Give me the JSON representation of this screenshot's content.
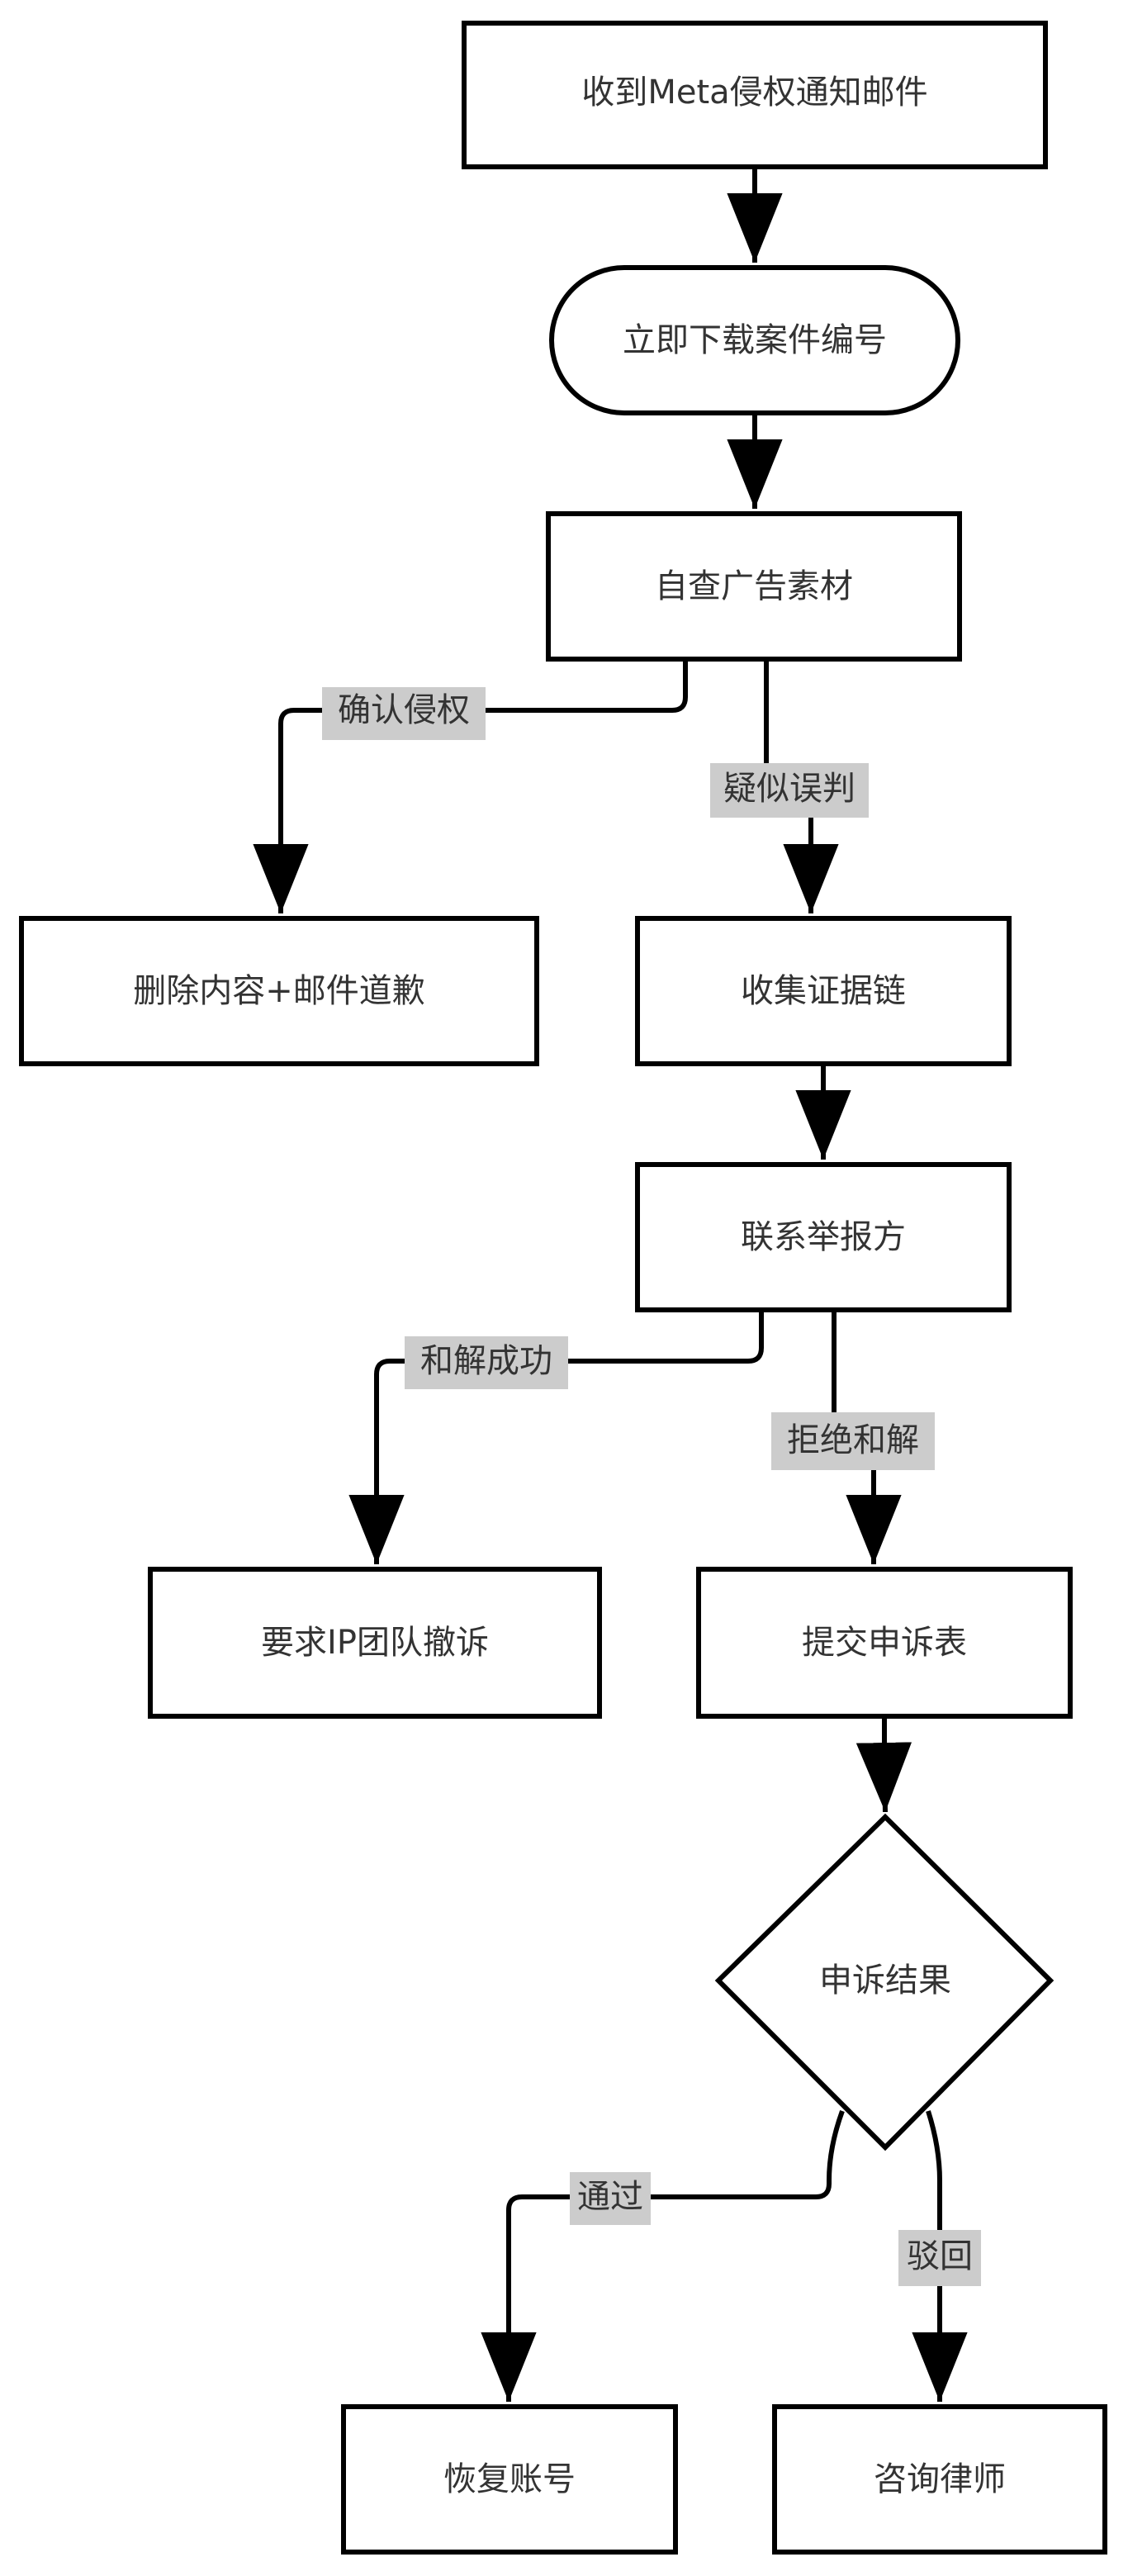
{
  "diagram": {
    "type": "flowchart",
    "direction": "top-down",
    "colors": {
      "stroke": "#000000",
      "node_fill": "#ffffff",
      "text": "#333333",
      "edge_label_bg": "#cccccc"
    },
    "nodes": [
      {
        "id": "A",
        "label": "收到Meta侵权通知邮件",
        "shape": "rect"
      },
      {
        "id": "B",
        "label": "立即下载案件编号",
        "shape": "stadium"
      },
      {
        "id": "C",
        "label": "自查广告素材",
        "shape": "rect"
      },
      {
        "id": "D",
        "label": "删除内容+邮件道歉",
        "shape": "rect"
      },
      {
        "id": "E",
        "label": "收集证据链",
        "shape": "rect"
      },
      {
        "id": "F",
        "label": "联系举报方",
        "shape": "rect"
      },
      {
        "id": "G",
        "label": "要求IP团队撤诉",
        "shape": "rect"
      },
      {
        "id": "H",
        "label": "提交申诉表",
        "shape": "rect"
      },
      {
        "id": "K",
        "label": "申诉结果",
        "shape": "diamond"
      },
      {
        "id": "I",
        "label": "恢复账号",
        "shape": "rect"
      },
      {
        "id": "J",
        "label": "咨询律师",
        "shape": "rect"
      }
    ],
    "edges": [
      {
        "from": "A",
        "to": "B",
        "label": ""
      },
      {
        "from": "B",
        "to": "C",
        "label": ""
      },
      {
        "from": "C",
        "to": "D",
        "label": "确认侵权"
      },
      {
        "from": "C",
        "to": "E",
        "label": "疑似误判"
      },
      {
        "from": "E",
        "to": "F",
        "label": ""
      },
      {
        "from": "F",
        "to": "G",
        "label": "和解成功"
      },
      {
        "from": "F",
        "to": "H",
        "label": "拒绝和解"
      },
      {
        "from": "H",
        "to": "K",
        "label": ""
      },
      {
        "from": "K",
        "to": "I",
        "label": "通过"
      },
      {
        "from": "K",
        "to": "J",
        "label": "驳回"
      }
    ]
  }
}
